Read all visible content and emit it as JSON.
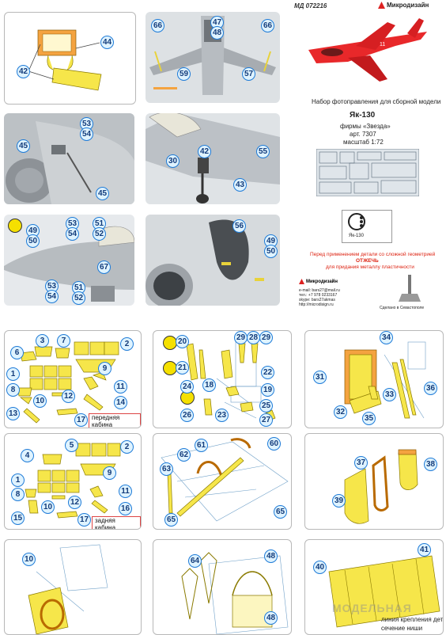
{
  "header": {
    "code": "МД 072216",
    "brand": "Микродизайн",
    "title": "Набор фотоправления для сборной модели",
    "model": "Як-130",
    "maker": "фирмы «Звезда»",
    "article": "арт. 7307",
    "scale": "масштаб 1:72"
  },
  "decal_label": "Як-130",
  "warning": {
    "line1": "Перед применением детали со сложной геометрией",
    "line2": "ОТЖЕЧЬ",
    "line3": "для придания металлу пластичности"
  },
  "contacts": {
    "brand": "Микродизайн",
    "email": "e-mail: bars27@mail.ru",
    "tel": "тел.: +7 978 0233167",
    "skype": "skype: bars27akmas",
    "site": "http://microdisign.ru"
  },
  "made_in": "Сделано в Севастополе",
  "captions": {
    "front_cabin": "передняя кабина",
    "rear_cabin": "задняя кабина",
    "line_note_1": "линия крепления детали",
    "line_note_2": "сечение ниши"
  },
  "watermark": "МОДЕЛЬНАЯ",
  "panels": {
    "p1": [
      "44",
      "42"
    ],
    "p2": [
      "66",
      "47",
      "48",
      "66",
      "59",
      "57"
    ],
    "p3": [
      "53",
      "54",
      "45",
      "45"
    ],
    "p4": [
      "30",
      "42",
      "55",
      "43"
    ],
    "p5": [
      "53",
      "54",
      "51",
      "52",
      "49",
      "50",
      "67",
      "53",
      "54",
      "51",
      "52"
    ],
    "p6": [
      "56",
      "49",
      "50"
    ],
    "p7": [
      "3",
      "7",
      "2",
      "6",
      "9",
      "1",
      "11",
      "8",
      "12",
      "14",
      "13",
      "10",
      "17"
    ],
    "p8": [
      "20",
      "29",
      "28",
      "29",
      "21",
      "22",
      "18",
      "19",
      "24",
      "25",
      "26",
      "23",
      "27"
    ],
    "p9": [
      "34",
      "31",
      "36",
      "33",
      "32",
      "35"
    ],
    "p10": [
      "5",
      "2",
      "4",
      "9",
      "1",
      "11",
      "8",
      "12",
      "16",
      "15",
      "10",
      "17"
    ],
    "p11": [
      "61",
      "60",
      "62",
      "63",
      "65",
      "65"
    ],
    "p12": [
      "37",
      "38",
      "39"
    ],
    "p13": [
      "10"
    ],
    "p14": [
      "64",
      "48",
      "48"
    ],
    "p15": [
      "41",
      "40"
    ]
  }
}
